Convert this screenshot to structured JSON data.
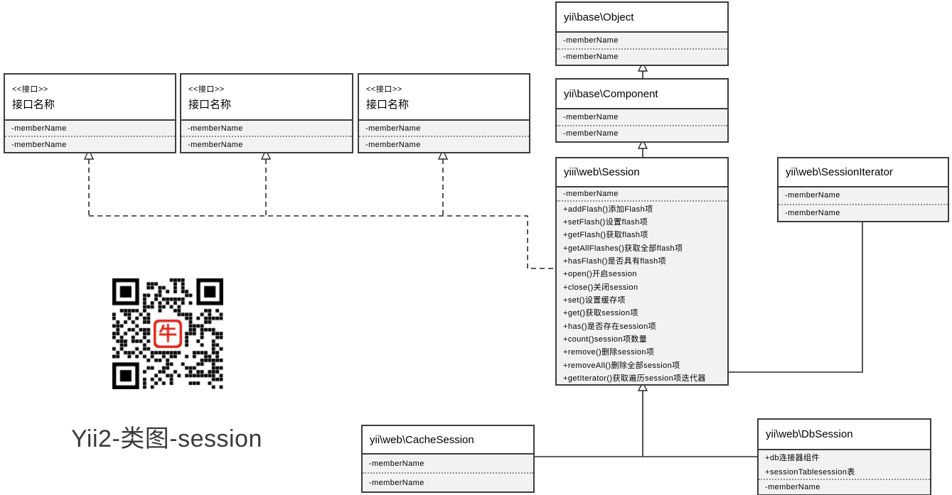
{
  "diagram_title": "Yii2-类图-session",
  "colors": {
    "box_border": "#3d3d3d",
    "member_background": "#f2f2f2",
    "title_background": "#ffffff",
    "text": "#000000",
    "qr_logo_red": "#e02418"
  },
  "classes": [
    {
      "id": "object",
      "title": "yii\\base\\Object",
      "member_groups": [
        [
          "-memberName"
        ],
        [
          "-memberName"
        ]
      ]
    },
    {
      "id": "component",
      "title": "yii\\base\\Component",
      "member_groups": [
        [
          "-memberName"
        ],
        [
          "-memberName"
        ]
      ]
    },
    {
      "id": "session",
      "title": "yiii\\web\\Session",
      "member_groups": [
        [
          "-memberName"
        ],
        [
          "+addFlash()添加Flash项",
          "+setFlash()设置flash项",
          "+getFlash()获取flash项",
          "+getAllFlashes()获取全部flash项",
          "+hasFlash()是否具有flash项",
          "+open()开启session",
          "+close()关闭session",
          "+set()设置缓存项",
          "+get()获取session项",
          "+has()是否存在session项",
          "+count()session项数量",
          "+remove()删除session项",
          "+removeAll()删除全部session项",
          "+getIterator()获取遍历session项迭代器"
        ]
      ]
    },
    {
      "id": "session-iterator",
      "title": "yii\\web\\SessionIterator",
      "member_groups": [
        [
          "-memberName"
        ],
        [
          "-memberName"
        ]
      ]
    },
    {
      "id": "interface-1",
      "stereotype": "<<接口>>",
      "title": "接口名称",
      "member_groups": [
        [
          "-memberName"
        ],
        [
          "-memberName"
        ]
      ]
    },
    {
      "id": "interface-2",
      "stereotype": "<<接口>>",
      "title": "接口名称",
      "member_groups": [
        [
          "-memberName"
        ],
        [
          "-memberName"
        ]
      ]
    },
    {
      "id": "interface-3",
      "stereotype": "<<接口>>",
      "title": "接口名称",
      "member_groups": [
        [
          "-memberName"
        ],
        [
          "-memberName"
        ]
      ]
    },
    {
      "id": "cache-session",
      "title": "yii\\web\\CacheSession",
      "member_groups": [
        [
          "-memberName"
        ],
        [
          "-memberName"
        ]
      ]
    },
    {
      "id": "db-session",
      "title": "yii\\web\\DbSession",
      "member_groups": [
        [
          "+db连接器组件",
          "+sessionTablesession表"
        ],
        [
          "-memberName"
        ]
      ]
    }
  ],
  "relationships": [
    {
      "type": "inheritance",
      "from": "component",
      "to": "object"
    },
    {
      "type": "inheritance",
      "from": "session",
      "to": "component"
    },
    {
      "type": "inheritance",
      "from": "cache-session",
      "to": "session"
    },
    {
      "type": "inheritance",
      "from": "db-session",
      "to": "session"
    },
    {
      "type": "realization",
      "from": "session",
      "to": "interface-1"
    },
    {
      "type": "realization",
      "from": "session",
      "to": "interface-2"
    },
    {
      "type": "realization",
      "from": "session",
      "to": "interface-3"
    },
    {
      "type": "association",
      "from": "session",
      "to": "session-iterator"
    }
  ]
}
